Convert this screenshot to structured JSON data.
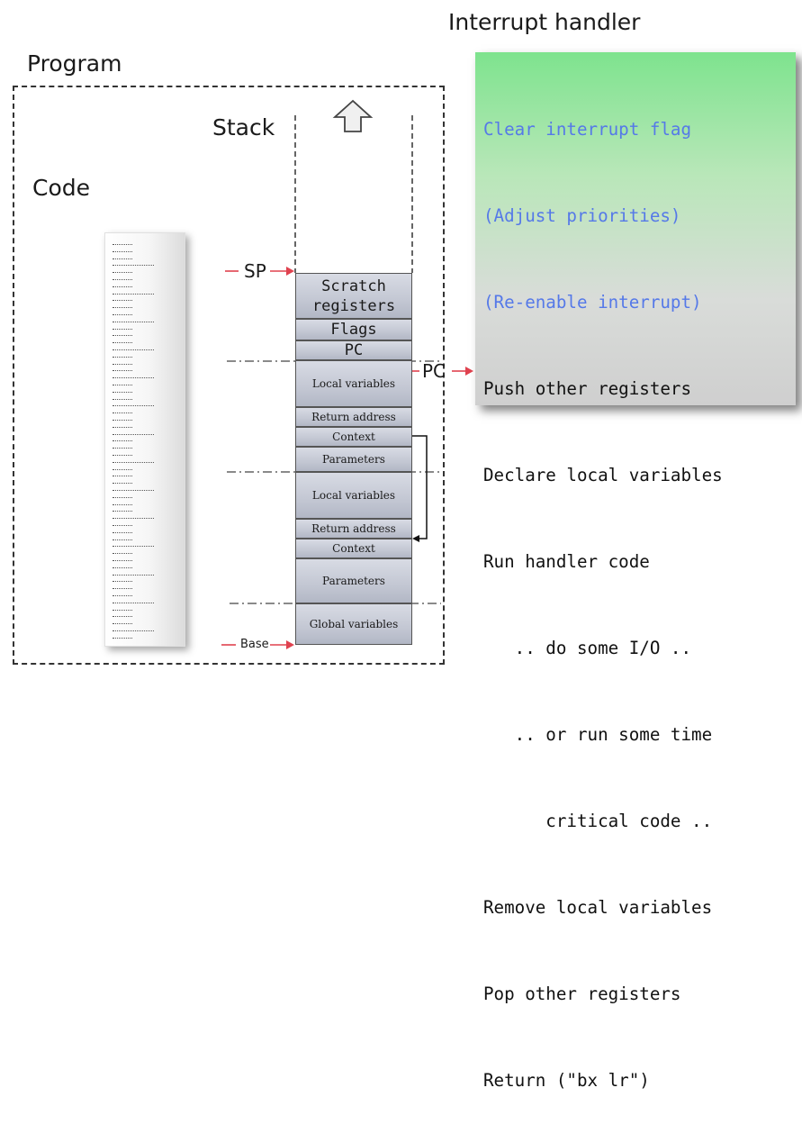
{
  "labels": {
    "program": "Program",
    "code": "Code",
    "stack": "Stack",
    "interrupt_handler": "Interrupt handler",
    "sp": "SP",
    "pc_stack": "PC",
    "base": "Base"
  },
  "stack_cells": [
    {
      "id": "scratch",
      "text": "Scratch\nregisters",
      "mono": true
    },
    {
      "id": "flags",
      "text": "Flags",
      "mono": true
    },
    {
      "id": "pc",
      "text": "PC",
      "mono": true
    },
    {
      "id": "local1",
      "text": "Local variables",
      "mono": false
    },
    {
      "id": "ret1",
      "text": "Return address",
      "mono": false
    },
    {
      "id": "ctx1",
      "text": "Context",
      "mono": false
    },
    {
      "id": "params1",
      "text": "Parameters",
      "mono": false
    },
    {
      "id": "local2",
      "text": "Local variables",
      "mono": false
    },
    {
      "id": "ret2",
      "text": "Return address",
      "mono": false
    },
    {
      "id": "ctx2",
      "text": "Context",
      "mono": false
    },
    {
      "id": "params2",
      "text": "Parameters",
      "mono": false
    },
    {
      "id": "global",
      "text": "Global variables",
      "mono": false
    }
  ],
  "handler_lines": [
    {
      "text": "Clear interrupt flag",
      "style": "blue"
    },
    {
      "text": "(Adjust priorities)",
      "style": "blue"
    },
    {
      "text": "(Re-enable interrupt)",
      "style": "blue"
    },
    {
      "text": "Push other registers",
      "style": "black"
    },
    {
      "text": "Declare local variables",
      "style": "black"
    },
    {
      "text": "Run handler code",
      "style": "black"
    },
    {
      "text": "   .. do some I/O ..",
      "style": "black"
    },
    {
      "text": "   .. or run some time",
      "style": "black"
    },
    {
      "text": "      critical code ..",
      "style": "black"
    },
    {
      "text": "Remove local variables",
      "style": "black"
    },
    {
      "text": "Pop other registers",
      "style": "black"
    },
    {
      "text": "Return (\"bx lr\")",
      "style": "black"
    }
  ],
  "colors": {
    "arrow_red": "#e0424f",
    "handler_blue": "#5579e8",
    "handler_green": "#7ee38e"
  }
}
